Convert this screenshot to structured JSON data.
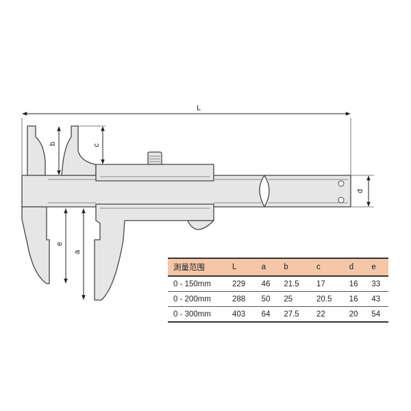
{
  "dimension_labels": {
    "L": "L",
    "a": "a",
    "b": "b",
    "c": "c",
    "d": "d",
    "e": "e"
  },
  "table": {
    "headers": [
      "測量范围",
      "L",
      "a",
      "b",
      "c",
      "d",
      "e"
    ],
    "rows": [
      [
        "0 - 150mm",
        "229",
        "46",
        "21.5",
        "17",
        "16",
        "33"
      ],
      [
        "0 - 200mm",
        "288",
        "50",
        "25",
        "20.5",
        "16",
        "43"
      ],
      [
        "0 - 300mm",
        "403",
        "64",
        "27.5",
        "22",
        "20",
        "54"
      ]
    ],
    "header_color": "#f5c7a8"
  }
}
